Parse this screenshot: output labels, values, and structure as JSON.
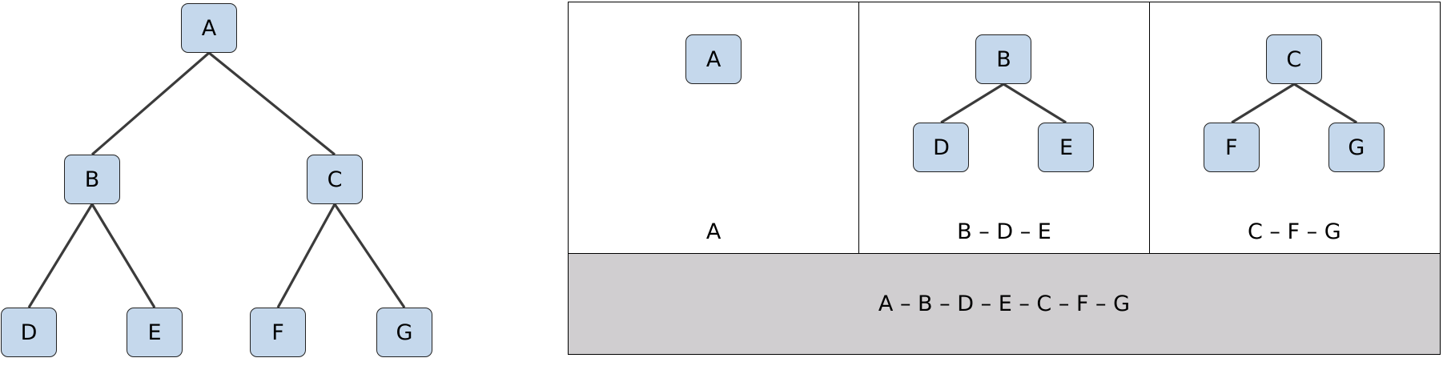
{
  "colors": {
    "node_fill": "#c5d8ec",
    "node_border": "#222222",
    "edge": "#3b3b3b",
    "result_fill": "#d0ced0",
    "panel_border": "#000000"
  },
  "tree": {
    "nodes": [
      "A",
      "B",
      "C",
      "D",
      "E",
      "F",
      "G"
    ],
    "edges": [
      [
        "A",
        "B"
      ],
      [
        "A",
        "C"
      ],
      [
        "B",
        "D"
      ],
      [
        "B",
        "E"
      ],
      [
        "C",
        "F"
      ],
      [
        "C",
        "G"
      ]
    ]
  },
  "panel": {
    "cells": [
      {
        "nodes": [
          "A"
        ],
        "edges": [],
        "caption": "A"
      },
      {
        "nodes": [
          "B",
          "D",
          "E"
        ],
        "edges": [
          [
            "B",
            "D"
          ],
          [
            "B",
            "E"
          ]
        ],
        "caption": "B – D – E"
      },
      {
        "nodes": [
          "C",
          "F",
          "G"
        ],
        "edges": [
          [
            "C",
            "F"
          ],
          [
            "C",
            "G"
          ]
        ],
        "caption": "C – F – G"
      }
    ],
    "result": "A – B – D – E – C – F – G"
  }
}
